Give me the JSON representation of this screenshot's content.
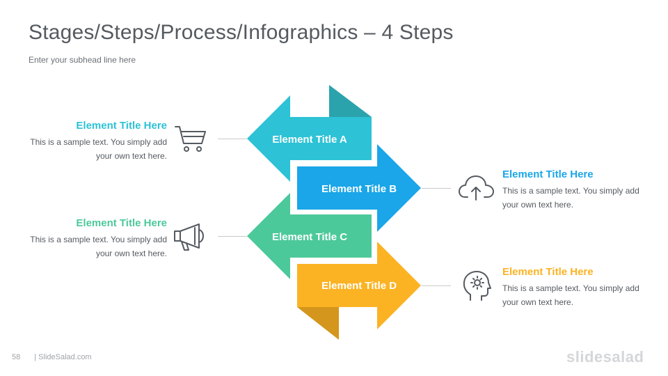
{
  "slide": {
    "title": "Stages/Steps/Process/Infographics – 4 Steps",
    "subhead": "Enter your subhead  line here"
  },
  "steps": [
    {
      "label": "Element Title A",
      "color": "#2dc2d6",
      "fold_color": "#2aa3ad"
    },
    {
      "label": "Element Title B",
      "color": "#1aa6e8"
    },
    {
      "label": "Element Title C",
      "color": "#4cc99a"
    },
    {
      "label": "Element Title D",
      "color": "#fbb324",
      "fold_color": "#d4961c"
    }
  ],
  "callouts": [
    {
      "title": "Element Title Here",
      "text": "This is a sample text. You simply add your own text here.",
      "color": "#2dc2d6",
      "icon": "shopping-cart-icon"
    },
    {
      "title": "Element Title Here",
      "text": "This is a sample text. You simply add your own text here.",
      "color": "#1aa6e8",
      "icon": "cloud-upload-icon"
    },
    {
      "title": "Element Title Here",
      "text": "This is a sample text. You simply add your own text here.",
      "color": "#4cc99a",
      "icon": "megaphone-icon"
    },
    {
      "title": "Element Title Here",
      "text": "This is a sample text. You simply add your own text here.",
      "color": "#fbb324",
      "icon": "head-gear-icon"
    }
  ],
  "footer": {
    "page_number": "58",
    "site": "| SlideSalad.com",
    "brand": "slidesalad"
  }
}
